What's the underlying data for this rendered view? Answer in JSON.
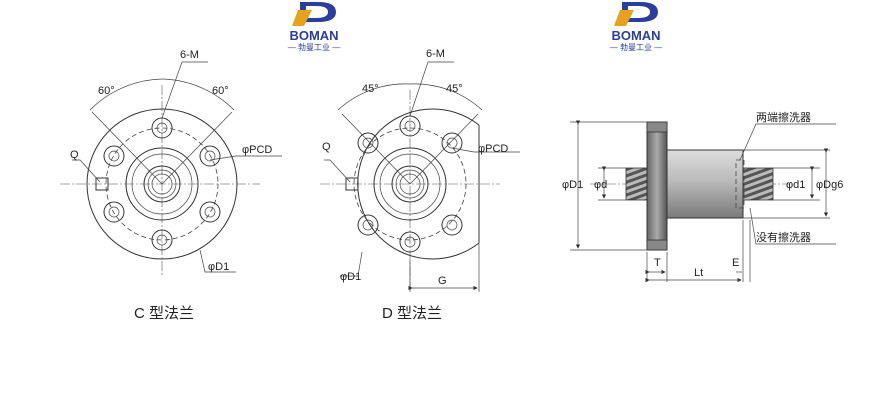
{
  "logo": {
    "brand": "BOMAN",
    "subtitle": "— 勃曼工业 —",
    "colors": {
      "blue": "#2b3f9a",
      "gold": "#e6a21e"
    }
  },
  "c_flange": {
    "caption": "C 型法兰",
    "label_6m": "6-M",
    "label_60_left": "60°",
    "label_60_right": "60°",
    "label_q": "Q",
    "label_pcd": "φPCD",
    "label_d1": "φD1"
  },
  "d_flange": {
    "caption": "D 型法兰",
    "label_6m": "6-M",
    "label_45_left": "45°",
    "label_45_right": "45°",
    "label_q": "Q",
    "label_pcd": "φPCD",
    "label_d1": "φD1",
    "label_g": "G"
  },
  "side_view": {
    "label_wipers_both": "两端擦洗器",
    "label_no_wiper": "没有擦洗器",
    "label_d1": "φD1",
    "label_d": "φd",
    "label_d1_small": "φd1",
    "label_dg6": "φDg6",
    "label_t": "T",
    "label_lt": "Lt",
    "label_e": "E"
  }
}
